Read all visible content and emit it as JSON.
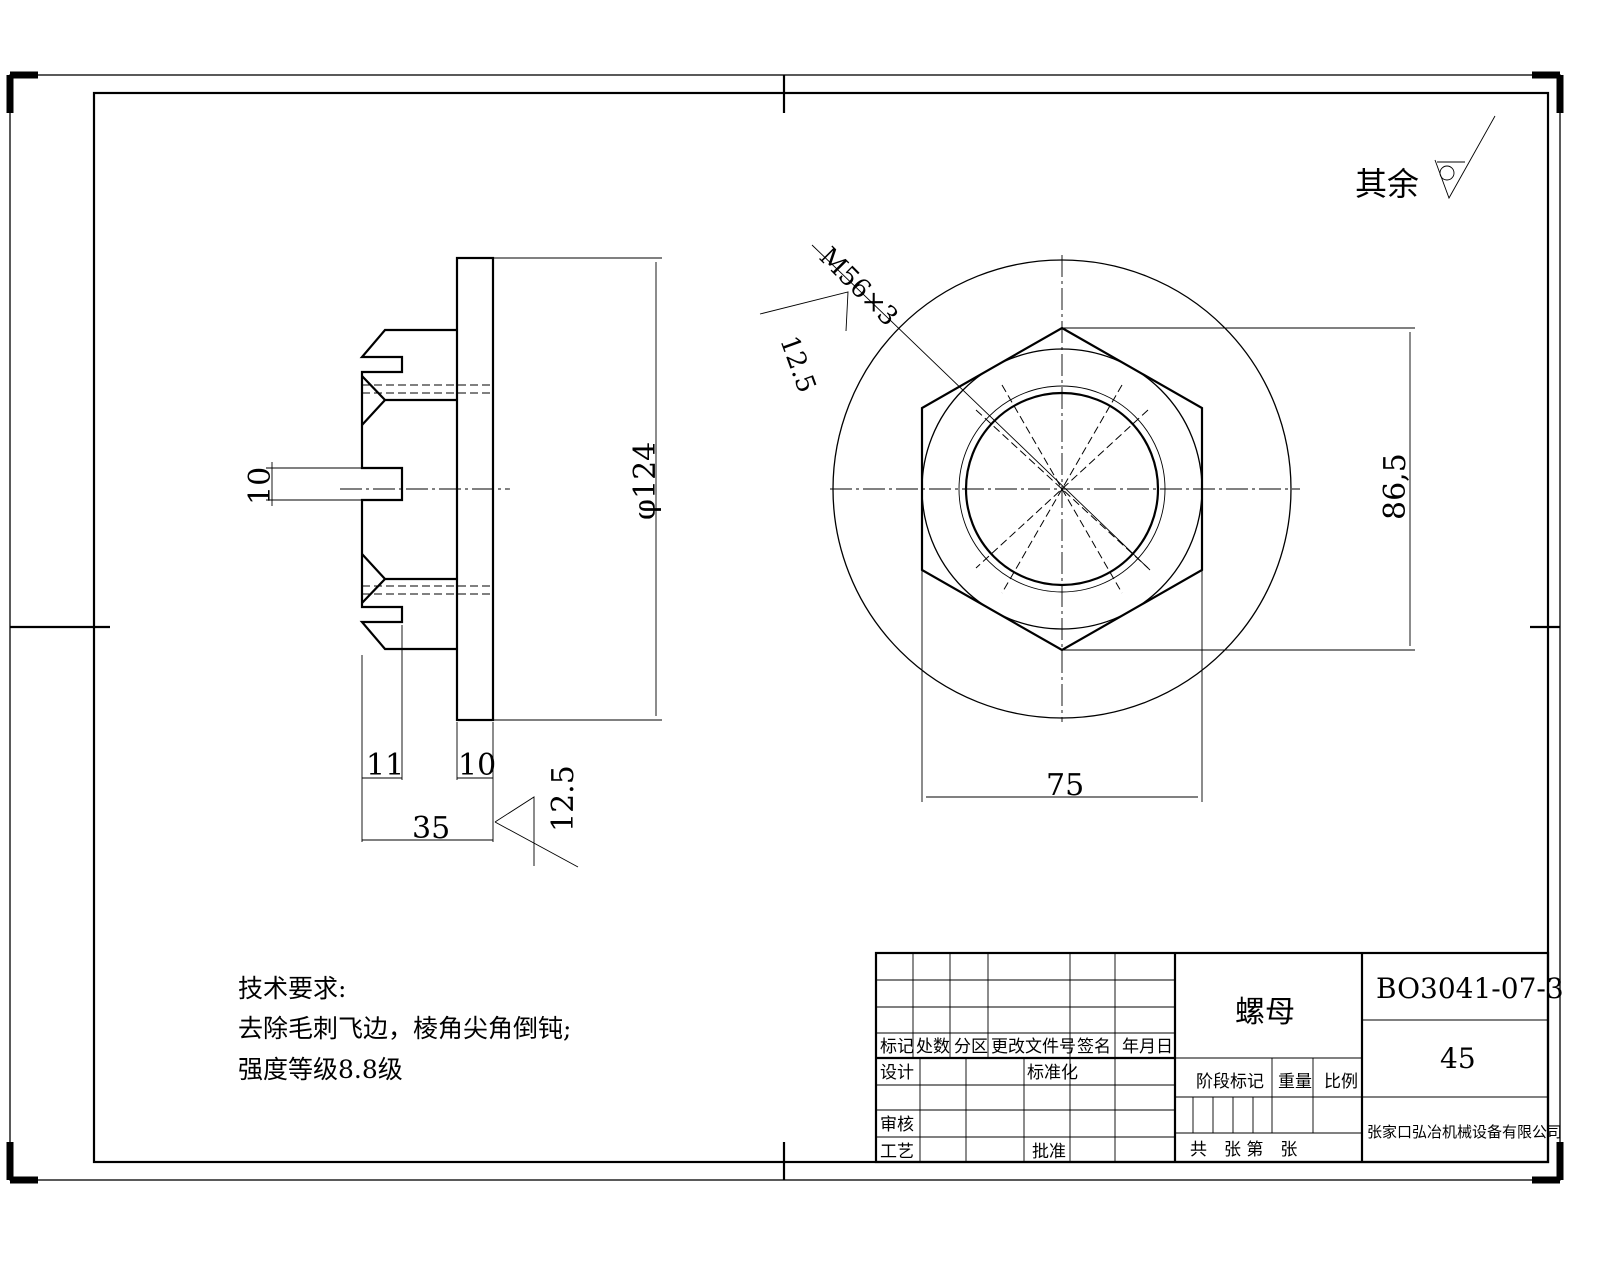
{
  "surface_note": {
    "label": "其余"
  },
  "front_view": {
    "thread_label": "M56×3",
    "roughness_label": "12.5",
    "across_flats_label": "86,5",
    "width_label": "75"
  },
  "side_view": {
    "slot_width_label": "10",
    "diameter_label": "φ124",
    "slot_depth_label": "11",
    "flange_thickness_label": "10",
    "total_length_label": "35",
    "roughness_label": "12.5"
  },
  "tech_requirements": {
    "title": "技术要求:",
    "lines": [
      "去除毛刺飞边，棱角尖角倒钝;",
      "强度等级8.8级"
    ]
  },
  "title_block": {
    "headers": [
      "标记",
      "处数",
      "分区",
      "更改文件号",
      "签名",
      "年月日"
    ],
    "design": "设计",
    "standardization": "标准化",
    "review": "审核",
    "process": "工艺",
    "approve": "批准",
    "part_name": "螺母",
    "stage_mark": "阶段标记",
    "weight": "重量",
    "scale": "比例",
    "sheets": "共　张 第　张",
    "drawing_number": "BO3041-07-3",
    "material": "45",
    "company": "张家口弘冶机械设备有限公司"
  }
}
